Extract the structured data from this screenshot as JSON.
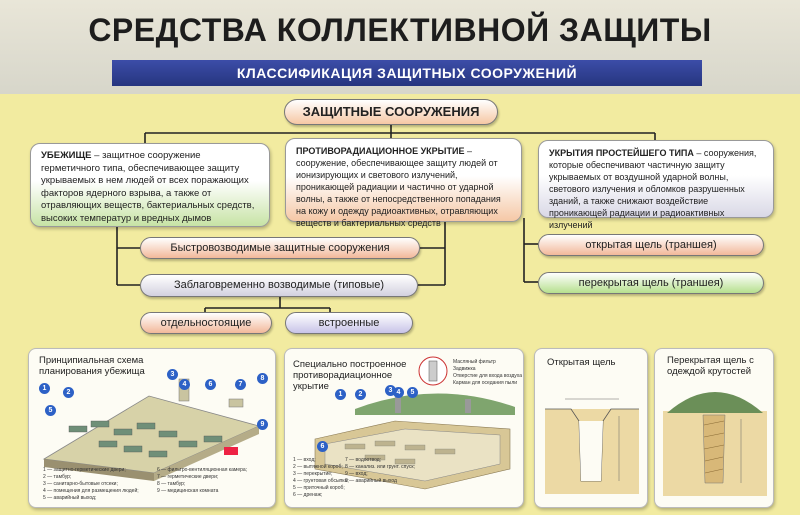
{
  "title": "СРЕДСТВА КОЛЛЕКТИВНОЙ ЗАЩИТЫ",
  "subtitle": "КЛАССИФИКАЦИЯ ЗАЩИТНЫХ СООРУЖЕНИЙ",
  "root": "ЗАЩИТНЫЕ СООРУЖЕНИЯ",
  "shelter": {
    "term": "УБЕЖИЩЕ",
    "text": " – защитное сооружение герметичного типа, обеспечивающее защиту укрываемых в нем людей от всех поражающих факторов ядерного взрыва, а также от отравляющих веществ, бактериальных средств, высоких температур и вредных дымов"
  },
  "anti_radiation": {
    "term": "ПРОТИВОРАДИАЦИОННОЕ УКРЫТИЕ",
    "text": " – сооружение, обеспечивающее защиту людей от ионизирующих и светового излучений, проникающей радиации и частично от ударной волны, а также от непосредственного попадания на кожу и одежду радиоактивных, отравляющих веществ и бактериальных средств"
  },
  "simple": {
    "term": "УКРЫТИЯ ПРОСТЕЙШЕГО ТИПА",
    "text": " – сооружения, которые обеспечивают частичную защиту укрываемых от воздушной ударной волны, светового излучения и обломков разрушенных зданий, а также снижают воздействие проникающей радиации и радиоактивных излучений"
  },
  "types": {
    "quick": "Быстровозводимые защитные сооружения",
    "advance": "Заблаговременно возводимые (типовые)",
    "detached": "отдельностоящие",
    "built_in": "встроенные",
    "open_slit": "открытая щель (траншея)",
    "covered_slit": "перекрытая щель (траншея)"
  },
  "panels": {
    "plan": {
      "title": "Принципиальная схема планирования убежища",
      "legend_left": [
        "1 — защитно-герметические двери;",
        "2 — тамбур;",
        "3 — санитарно-бытовые отсеки;",
        "4 — помещения для размещения людей;",
        "5 — аварийный выход;"
      ],
      "legend_right": [
        "6 — фильтро-вентиляционная камера;",
        "7 — герметические двери;",
        "8 — тамбур;",
        "9 — медицинская комната"
      ],
      "numbers": [
        "1",
        "2",
        "3",
        "4",
        "5",
        "6",
        "7",
        "8",
        "9"
      ]
    },
    "built": {
      "title": "Специально построенное противорадиационное укрытие",
      "callouts": [
        "Масляный фильтр",
        "Задвижка",
        "Отверстие для входа воздуха",
        "Карман для оседания пыли"
      ],
      "legend_left": [
        "1 — вход;",
        "2 — вытяжной короб;",
        "3 — перекрытие;",
        "4 — грунтовая обсыпка;",
        "5 — приточный короб;",
        "6 — дренаж;"
      ],
      "legend_right": [
        "7 — водоотвод;",
        "8 — канализ. или грунт. спуск;",
        "9 — вход;",
        "0 — аварийный выход"
      ],
      "numbers": [
        "1",
        "2",
        "3",
        "4",
        "5",
        "6"
      ]
    },
    "open": {
      "title": "Открытая щель"
    },
    "covered": {
      "title": "Перекрытая щель с одеждой крутостей"
    }
  },
  "colors": {
    "background": "#f2eba0",
    "accent_blue": "#2d3e96",
    "line": "#222222"
  }
}
